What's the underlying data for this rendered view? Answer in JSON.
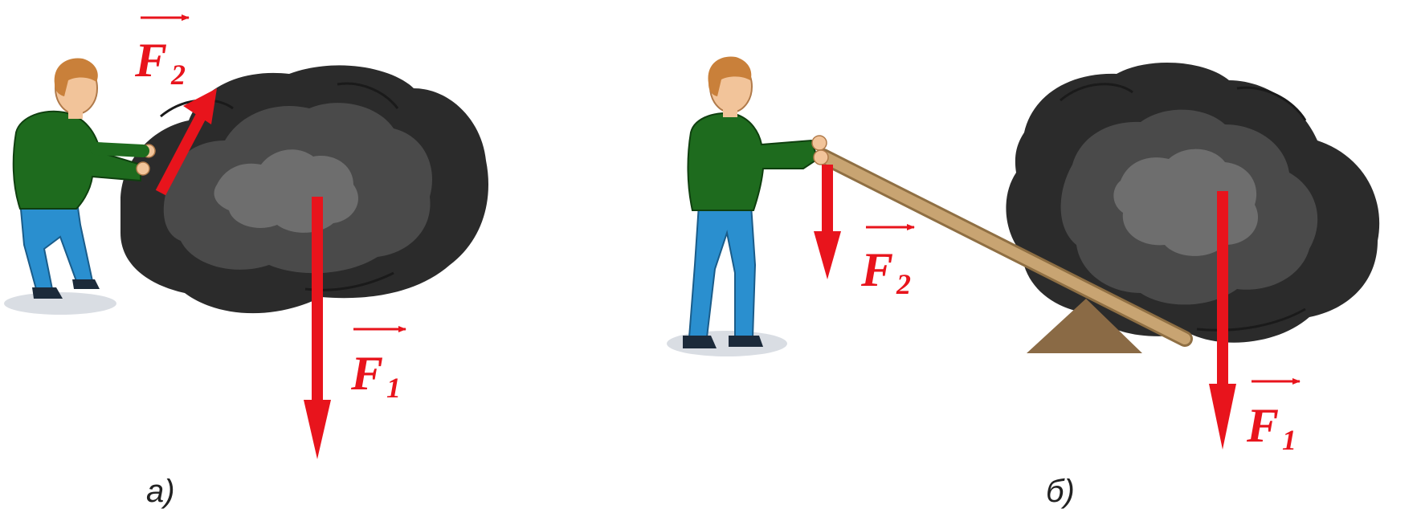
{
  "colors": {
    "force": "#e8141c",
    "rock_dark": "#2b2b2b",
    "rock_mid": "#4a4a4a",
    "rock_light": "#6e6e6e",
    "shirt": "#1e6b1e",
    "jeans": "#2a8fcf",
    "skin": "#f2c49a",
    "hair": "#c9803a",
    "lever": "#c8a472",
    "fulcrum": "#8a6a45",
    "shadow": "#d9dde3"
  },
  "panels": [
    {
      "caption": "а)",
      "forces": [
        {
          "symbol": "F",
          "subscript": "2"
        },
        {
          "symbol": "F",
          "subscript": "1"
        }
      ]
    },
    {
      "caption": "б)",
      "forces": [
        {
          "symbol": "F",
          "subscript": "2"
        },
        {
          "symbol": "F",
          "subscript": "1"
        }
      ]
    }
  ]
}
